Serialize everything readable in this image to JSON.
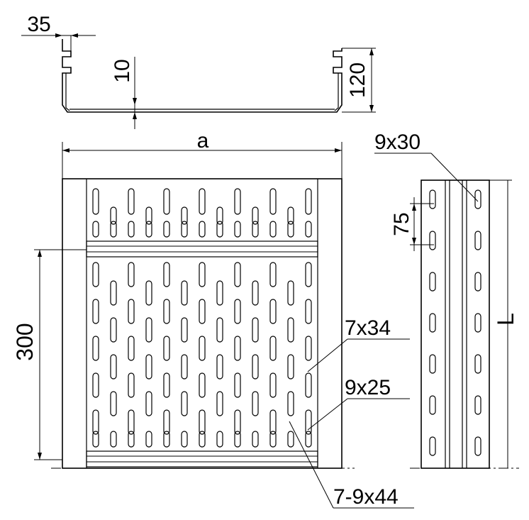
{
  "dimensions": {
    "flange_width": "35",
    "flange_step": "10",
    "height": "120",
    "width": "a",
    "pitch": "300",
    "hole_pitch": "75",
    "length": "L"
  },
  "callouts": {
    "slot_side": "9x30",
    "slot_small": "7x34",
    "slot_medium": "9x25",
    "slot_large": "7-9x44"
  }
}
